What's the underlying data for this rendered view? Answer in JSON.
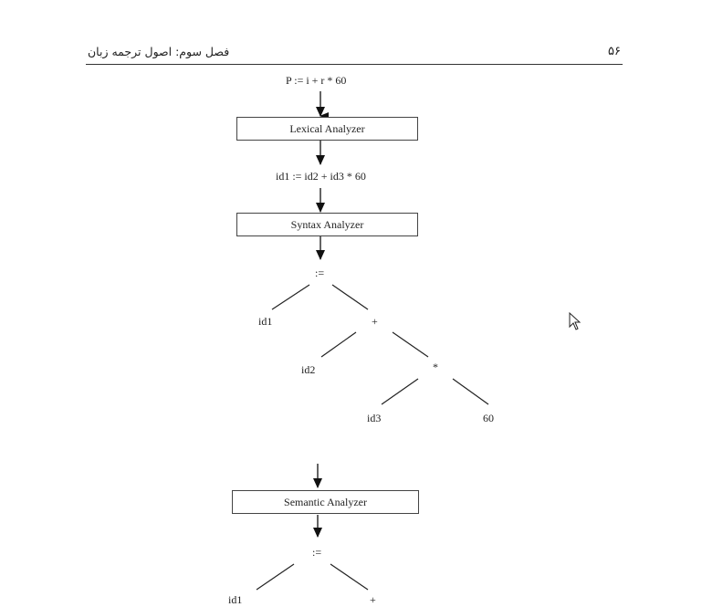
{
  "header": {
    "title": "فصل سوم: اصول ترجمه زبان",
    "page_number": "۵۶"
  },
  "diagram": {
    "input_statement": "P :=  i + r * 60",
    "lexical_box": "Lexical Analyzer",
    "token_statement": "id1 :=  id2 + id3 * 60",
    "syntax_box": "Syntax  Analyzer",
    "tree1": {
      "root": ":=",
      "left": "id1",
      "plus": "+",
      "id2": "id2",
      "mult": "*",
      "id3": "id3",
      "num": "60"
    },
    "semantic_box": "Semantic  Analyzer",
    "tree2": {
      "root": ":=",
      "left": "id1",
      "plus": "+"
    }
  },
  "cursor_icon": "mouse-pointer-icon"
}
